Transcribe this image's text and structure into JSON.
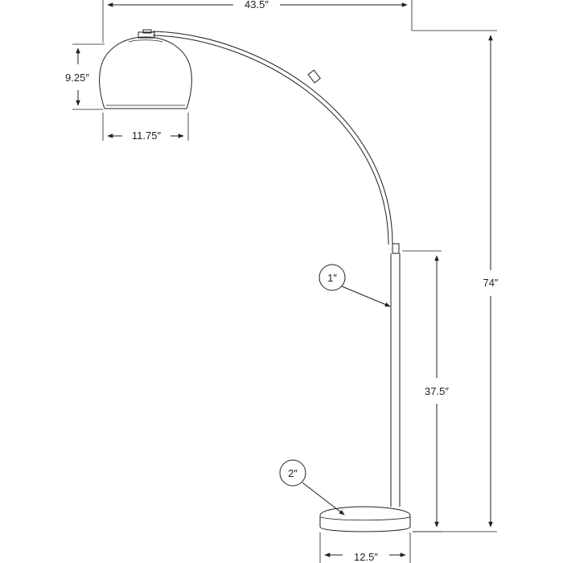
{
  "dimensions": {
    "overall_width": "43.5″",
    "shade_height": "9.25″",
    "shade_width": "11.75″",
    "overall_height": "74″",
    "pole_height": "37.5″",
    "base_width": "12.5″"
  },
  "callouts": {
    "pole_diameter": "1″",
    "base_thickness": "2″"
  },
  "colors": {
    "ink": "#231f20",
    "background": "#ffffff"
  }
}
